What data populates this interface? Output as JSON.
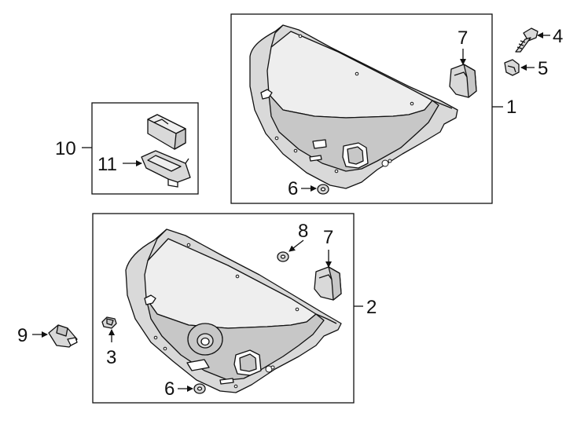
{
  "callouts": {
    "c1": "1",
    "c2": "2",
    "c3": "3",
    "c4": "4",
    "c5": "5",
    "c6_top": "6",
    "c6_bottom": "6",
    "c7_top": "7",
    "c7_bottom": "7",
    "c8": "8",
    "c9": "9",
    "c10": "10",
    "c11": "11"
  }
}
